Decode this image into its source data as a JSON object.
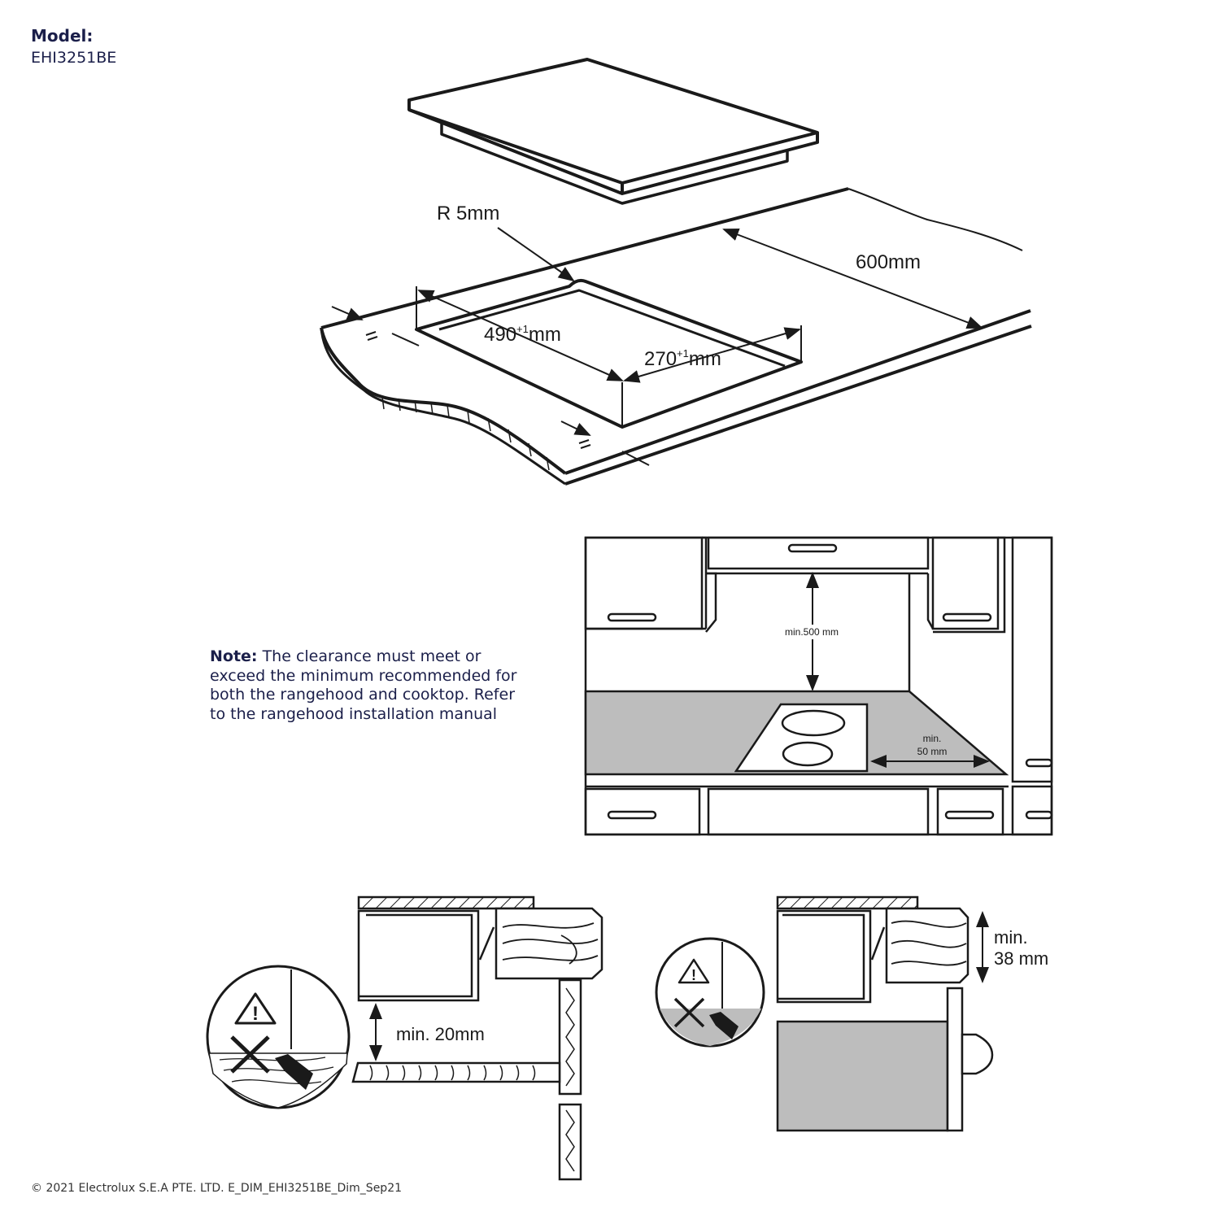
{
  "header": {
    "model_label": "Model:",
    "model_value": "EHI3251BE"
  },
  "cutout": {
    "radius": "R 5mm",
    "depth": "600mm",
    "width_base": "490",
    "width_sup": "+1",
    "width_unit": "mm",
    "height_base": "270",
    "height_sup": "+1",
    "height_unit": "mm"
  },
  "note": {
    "label": "Note:",
    "text": "The clearance must meet or exceed the minimum recommended for both the rangehood and cooktop. Refer to the rangehood installation manual"
  },
  "kitchen": {
    "hood_clearance": "min.500 mm",
    "side_clearance_line1": "min.",
    "side_clearance_line2": "50 mm"
  },
  "under_left": {
    "clearance": "min. 20mm"
  },
  "under_right": {
    "thickness_line1": "min.",
    "thickness_line2": "38 mm"
  },
  "footer": {
    "copyright": "© 2021 Electrolux S.E.A PTE. LTD. E_DIM_EHI3251BE_Dim_Sep21"
  },
  "colors": {
    "ink": "#1a1a1a",
    "brand_text": "#1b1f4a",
    "counter_grey": "#bdbdbd",
    "dark_grey": "#9e9e9e"
  }
}
